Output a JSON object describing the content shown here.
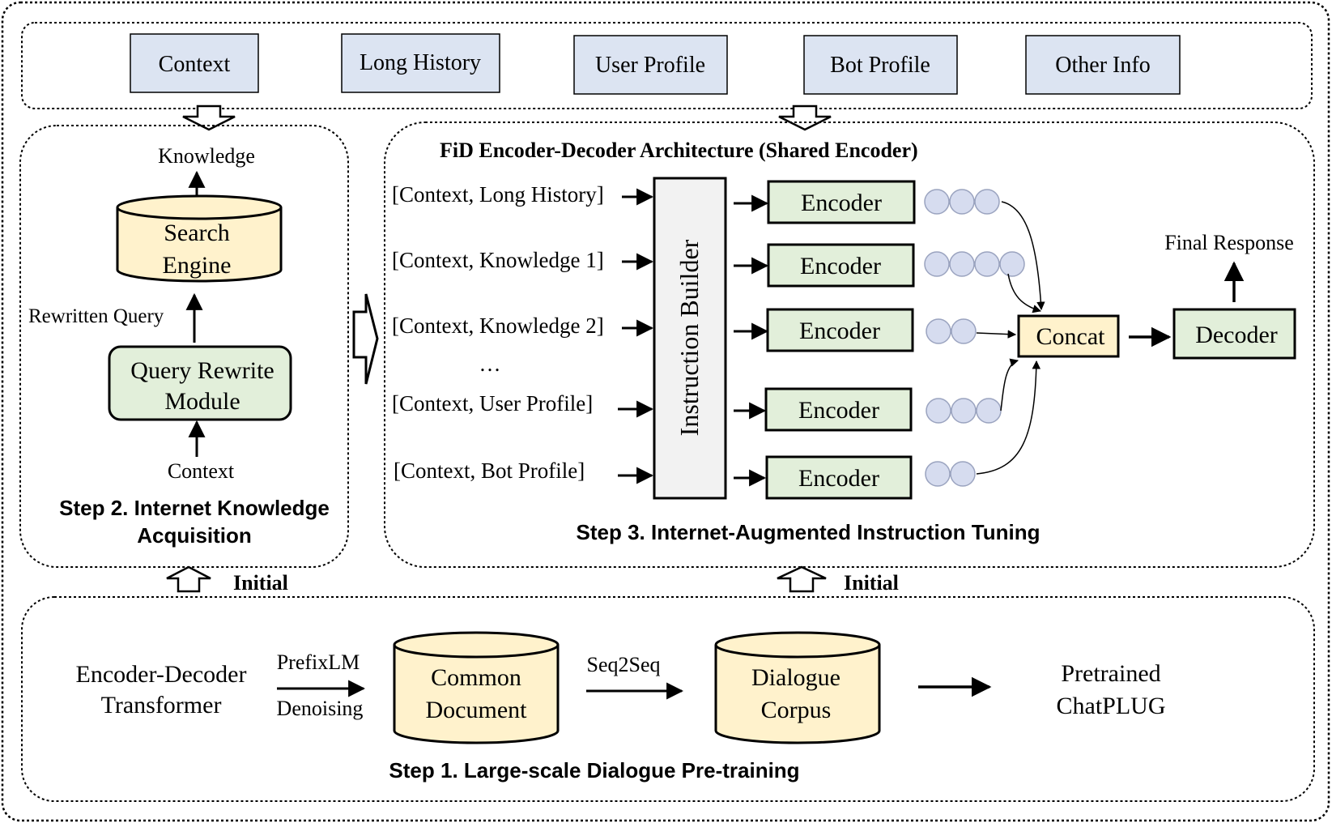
{
  "colors": {
    "blue_box": "#dce4f2",
    "green_box": "#e2efda",
    "yellow_box": "#fff2cc",
    "gray_box": "#f2f2f2",
    "token": "#d6dcef",
    "stroke": "#000000"
  },
  "inputs": [
    "Context",
    "Long History",
    "User Profile",
    "Bot Profile",
    "Other Info"
  ],
  "step2": {
    "knowledge": "Knowledge",
    "search_engine_line1": "Search",
    "search_engine_line2": "Engine",
    "rewritten_query": "Rewritten Query",
    "query_rewrite_line1": "Query Rewrite",
    "query_rewrite_line2": "Module",
    "context": "Context",
    "title_line1": "Step 2. Internet Knowledge",
    "title_line2": "Acquisition"
  },
  "step3": {
    "arch_title": "FiD Encoder-Decoder Architecture (Shared Encoder)",
    "rows": [
      "[Context, Long History]",
      "[Context, Knowledge 1]",
      "[Context, Knowledge 2]",
      "[Context, User Profile]",
      "[Context, Bot Profile]"
    ],
    "ellipsis": "…",
    "instruction_builder": "Instruction Builder",
    "encoder": "Encoder",
    "concat": "Concat",
    "decoder": "Decoder",
    "final_response": "Final Response",
    "title": "Step 3. Internet-Augmented Instruction Tuning",
    "token_counts": [
      3,
      4,
      2,
      3,
      2
    ]
  },
  "initial_label": "Initial",
  "step1": {
    "enc_dec_line1": "Encoder-Decoder",
    "enc_dec_line2": "Transformer",
    "prefixlm": "PrefixLM",
    "denoising": "Denoising",
    "common_doc_line1": "Common",
    "common_doc_line2": "Document",
    "seq2seq": "Seq2Seq",
    "dialogue_line1": "Dialogue",
    "dialogue_line2": "Corpus",
    "pretrained_line1": "Pretrained",
    "pretrained_line2": "ChatPLUG",
    "title": "Step 1. Large-scale Dialogue Pre-training"
  }
}
